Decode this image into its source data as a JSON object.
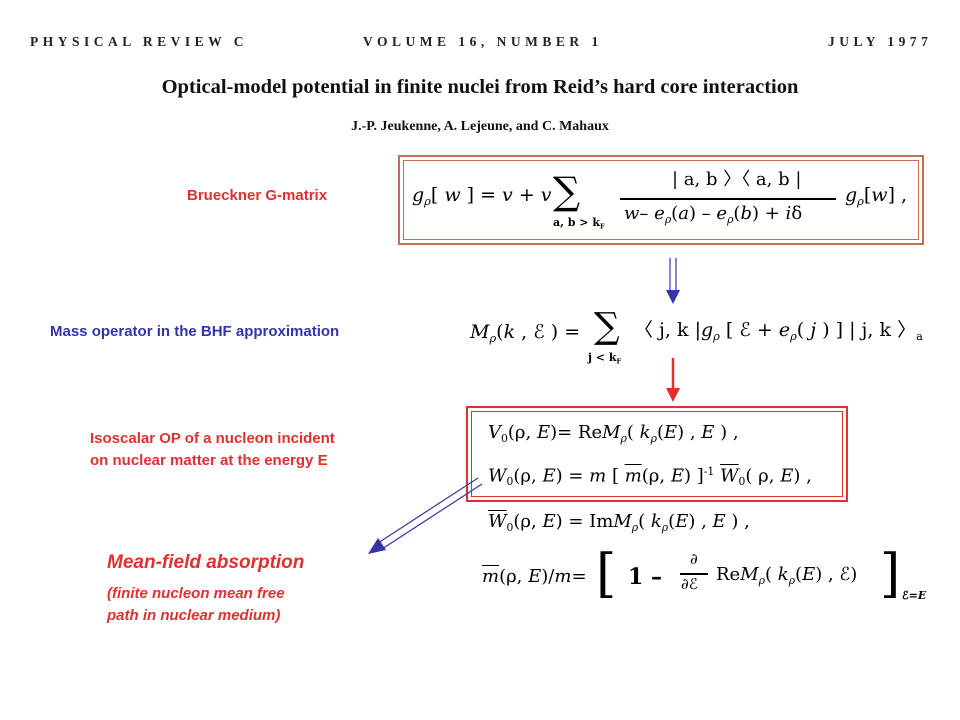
{
  "header": {
    "journal": "PHYSICAL REVIEW C",
    "volume": "VOLUME 16, NUMBER 1",
    "date": "JULY 1977"
  },
  "paper": {
    "title": "Optical-model potential in finite nuclei from Reid’s hard core interaction",
    "authors": "J.-P. Jeukenne, A. Lejeune, and C. Mahaux"
  },
  "labels": {
    "g_matrix": "Brueckner G-matrix",
    "mass_operator": "Mass operator in the BHF approximation",
    "isoscalar_line1": "Isoscalar OP of a nucleon incident",
    "isoscalar_line2": "on nuclear matter at the energy E",
    "mean_field": "Mean-field absorption",
    "mean_field_sub1": "(finite nucleon mean free",
    "mean_field_sub2": "path in nuclear medium)"
  },
  "colors": {
    "red": "#e03030",
    "blue": "#3333aa",
    "frame_brown": "#c07050"
  }
}
